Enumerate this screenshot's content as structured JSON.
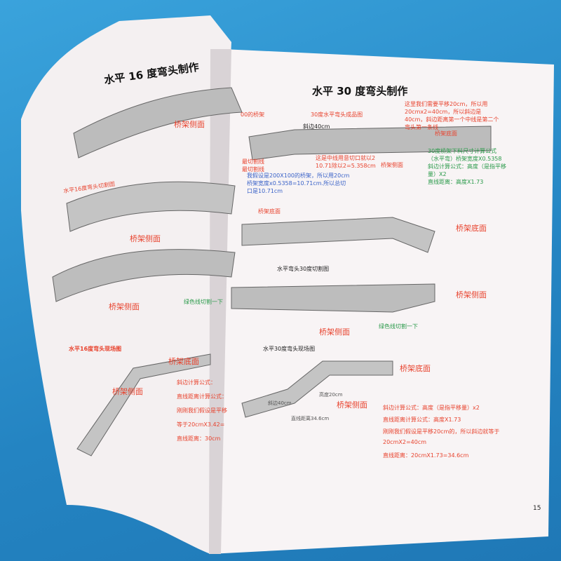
{
  "colors": {
    "background": "#2a8fc9",
    "page": "#f7f3f3",
    "beam": "#b9b9b9",
    "red": "#e8432e",
    "blue": "#3a62c8",
    "green": "#2a9a4a"
  },
  "left_page": {
    "title": "水平 16 度弯头制作",
    "side_view_label": "桥架侧面",
    "cut_view_label": "水平16度弯头切割图",
    "side_label_2": "桥架侧面",
    "side_label_3": "桥架侧面",
    "green_note": "绿色线切割一下",
    "site_title": "水平16度弯头现场图",
    "bottom_label": "桥架底面",
    "side_label_4": "桥架侧面",
    "formula_1": "斜边计算公式：",
    "formula_2": "直线距离计算公式：",
    "formula_3": "刚刚我们假设是平移",
    "formula_4": "等于20cmX3.42=",
    "formula_5": "直线距离：30cm"
  },
  "right_page": {
    "header": "水平 30 度弯头制作",
    "label_00": "00的桥架",
    "label_top": "30度水平弯头成品图",
    "slant": "斜边40cm",
    "note_red": [
      "这里我们需要平移20cm，所以用",
      "20cmx2=40cm，所以斜边是",
      "40cm，斜边距离第一个中线是第二个",
      "弯头第一条线"
    ],
    "bottom_arrow": "桥架底面",
    "green_formula": [
      "30度桥架下料尺寸计算公式",
      "（水平弯）桥架宽度X0.5358",
      "斜边计算公式：高度（是指平移",
      "量）X2",
      "直线距离：高度X1.73"
    ],
    "cut_line": [
      "最切割线",
      "最切割线"
    ],
    "center_note": [
      "这是中线用意切口就以2",
      "10.71除以2=5.358cm"
    ],
    "side_small": "桥架侧面",
    "blue_note": [
      "我假设是200X100的桥架，所以用20cm",
      "桥架宽度x0.5358=10.71cm.所以总切",
      "口是10.71cm"
    ],
    "bottom_label_2": "桥架底面",
    "cut_view": "水平弯头30度切割图",
    "bottom_label_3": "桥架底面",
    "side_label": "桥架侧面",
    "green_note": "绿色线切割一下",
    "site_title": "水平30度弯头现场图",
    "bottom_label_4": "桥架底面",
    "height_label": "高度20cm",
    "side_label_5": "桥架侧面",
    "slant_label": "斜边40cm",
    "straight_label": "直线距离34.6cm",
    "formulas": [
      "斜边计算公式：高度（是指平移量）x2",
      "直线距离计算公式：高度X1.73",
      "刚刚我们假设是平移20cm的，所以斜边就等于",
      "20cmX2=40cm",
      "直线距离：20cmX1.73=34.6cm"
    ],
    "page_number": "15"
  }
}
